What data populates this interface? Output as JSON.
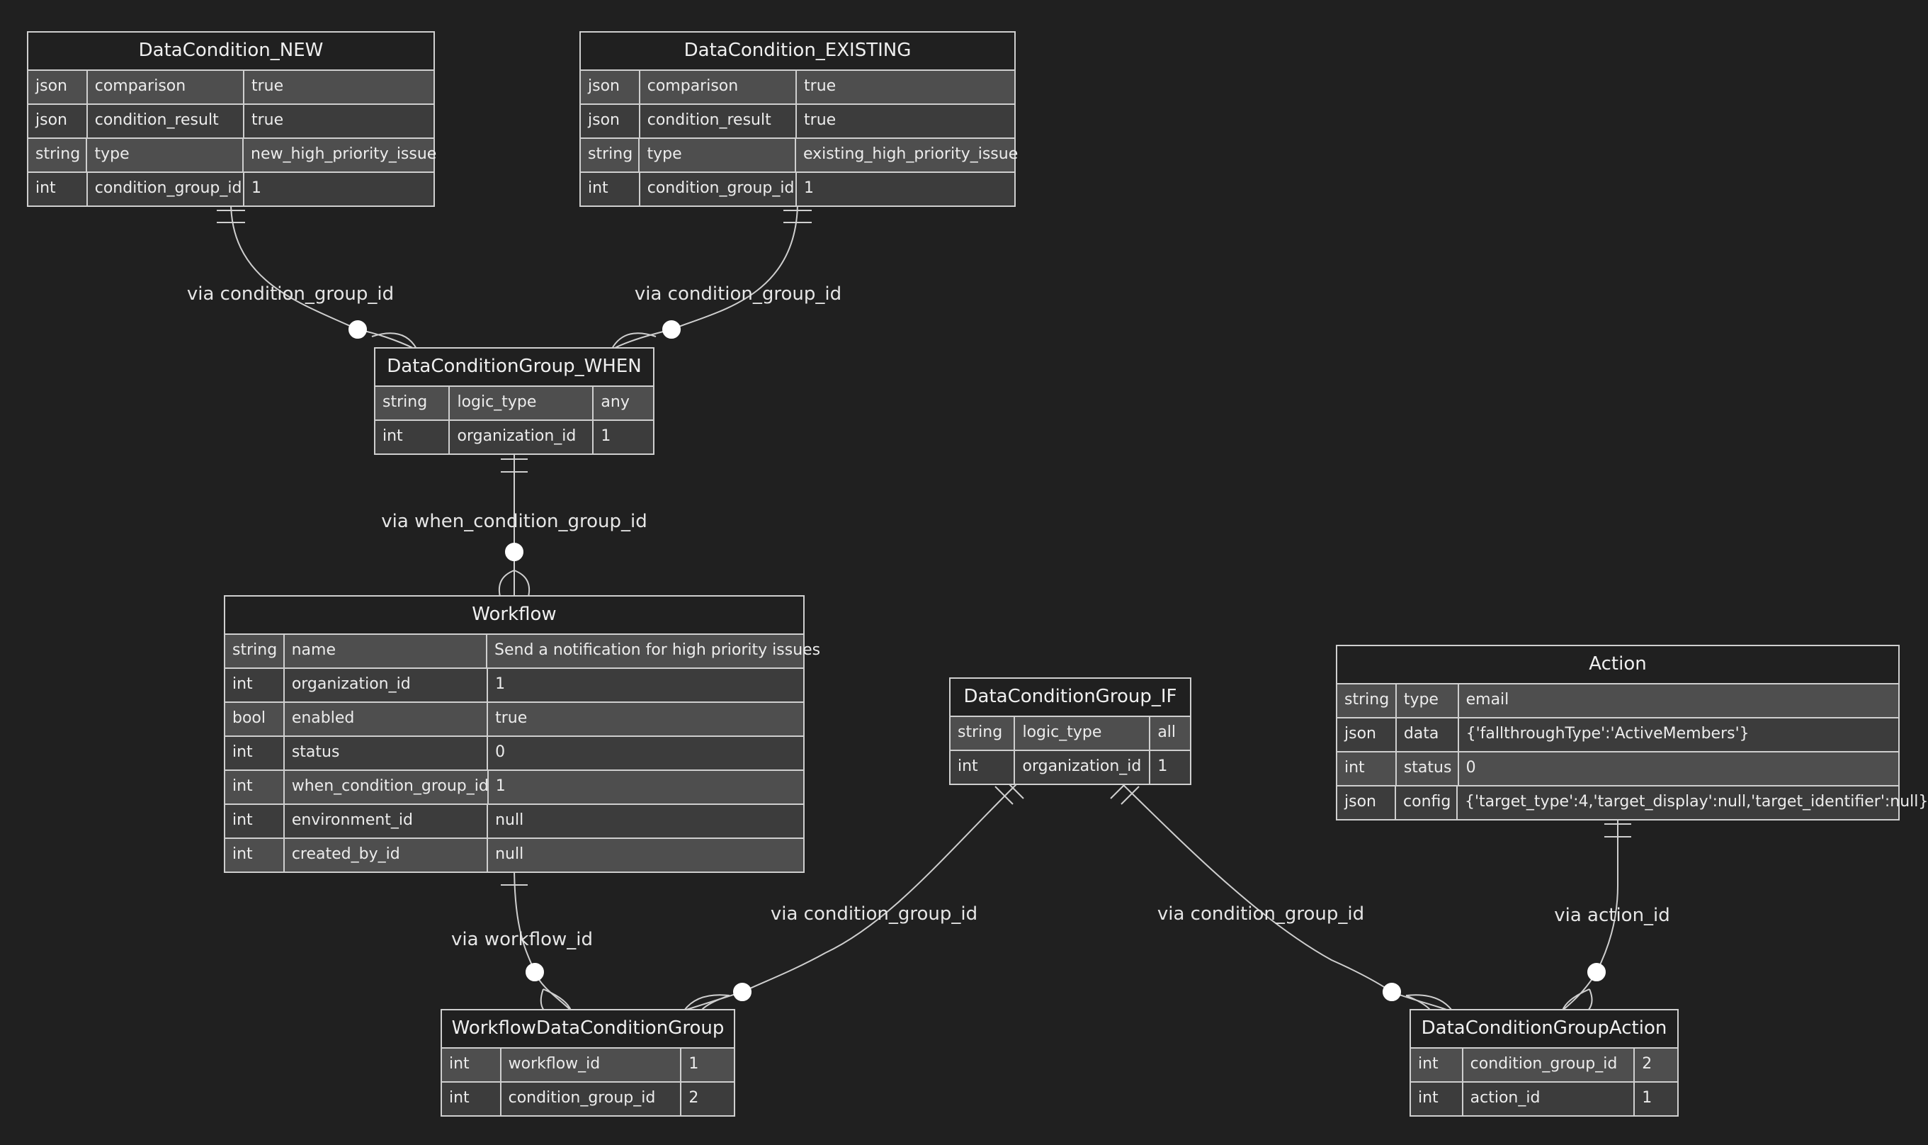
{
  "entities": {
    "dc_new": {
      "title": "DataCondition_NEW",
      "rows": [
        {
          "type": "json",
          "name": "comparison",
          "value": "true"
        },
        {
          "type": "json",
          "name": "condition_result",
          "value": "true"
        },
        {
          "type": "string",
          "name": "type",
          "value": "new_high_priority_issue"
        },
        {
          "type": "int",
          "name": "condition_group_id",
          "value": "1"
        }
      ]
    },
    "dc_existing": {
      "title": "DataCondition_EXISTING",
      "rows": [
        {
          "type": "json",
          "name": "comparison",
          "value": "true"
        },
        {
          "type": "json",
          "name": "condition_result",
          "value": "true"
        },
        {
          "type": "string",
          "name": "type",
          "value": "existing_high_priority_issue"
        },
        {
          "type": "int",
          "name": "condition_group_id",
          "value": "1"
        }
      ]
    },
    "dcg_when": {
      "title": "DataConditionGroup_WHEN",
      "rows": [
        {
          "type": "string",
          "name": "logic_type",
          "value": "any"
        },
        {
          "type": "int",
          "name": "organization_id",
          "value": "1"
        }
      ]
    },
    "workflow": {
      "title": "Workflow",
      "rows": [
        {
          "type": "string",
          "name": "name",
          "value": "Send a notification for high priority issues"
        },
        {
          "type": "int",
          "name": "organization_id",
          "value": "1"
        },
        {
          "type": "bool",
          "name": "enabled",
          "value": "true"
        },
        {
          "type": "int",
          "name": "status",
          "value": "0"
        },
        {
          "type": "int",
          "name": "when_condition_group_id",
          "value": "1"
        },
        {
          "type": "int",
          "name": "environment_id",
          "value": "null"
        },
        {
          "type": "int",
          "name": "created_by_id",
          "value": "null"
        }
      ]
    },
    "dcg_if": {
      "title": "DataConditionGroup_IF",
      "rows": [
        {
          "type": "string",
          "name": "logic_type",
          "value": "all"
        },
        {
          "type": "int",
          "name": "organization_id",
          "value": "1"
        }
      ]
    },
    "action": {
      "title": "Action",
      "rows": [
        {
          "type": "string",
          "name": "type",
          "value": "email"
        },
        {
          "type": "json",
          "name": "data",
          "value": "{'fallthroughType':'ActiveMembers'}"
        },
        {
          "type": "int",
          "name": "status",
          "value": "0"
        },
        {
          "type": "json",
          "name": "config",
          "value": "{'target_type':4,'target_display':null,'target_identifier':null}"
        }
      ]
    },
    "wdcg": {
      "title": "WorkflowDataConditionGroup",
      "rows": [
        {
          "type": "int",
          "name": "workflow_id",
          "value": "1"
        },
        {
          "type": "int",
          "name": "condition_group_id",
          "value": "2"
        }
      ]
    },
    "dcga": {
      "title": "DataConditionGroupAction",
      "rows": [
        {
          "type": "int",
          "name": "condition_group_id",
          "value": "2"
        },
        {
          "type": "int",
          "name": "action_id",
          "value": "1"
        }
      ]
    }
  },
  "relationships": [
    {
      "label": "via condition_group_id"
    },
    {
      "label": "via condition_group_id"
    },
    {
      "label": "via when_condition_group_id"
    },
    {
      "label": "via workflow_id"
    },
    {
      "label": "via condition_group_id"
    },
    {
      "label": "via condition_group_id"
    },
    {
      "label": "via action_id"
    }
  ],
  "colors": {
    "background": "#202020",
    "line": "#cfcfcf",
    "row_light": "#4e4e4e",
    "row_dark": "#3c3c3c",
    "text": "#e6e6e6"
  }
}
